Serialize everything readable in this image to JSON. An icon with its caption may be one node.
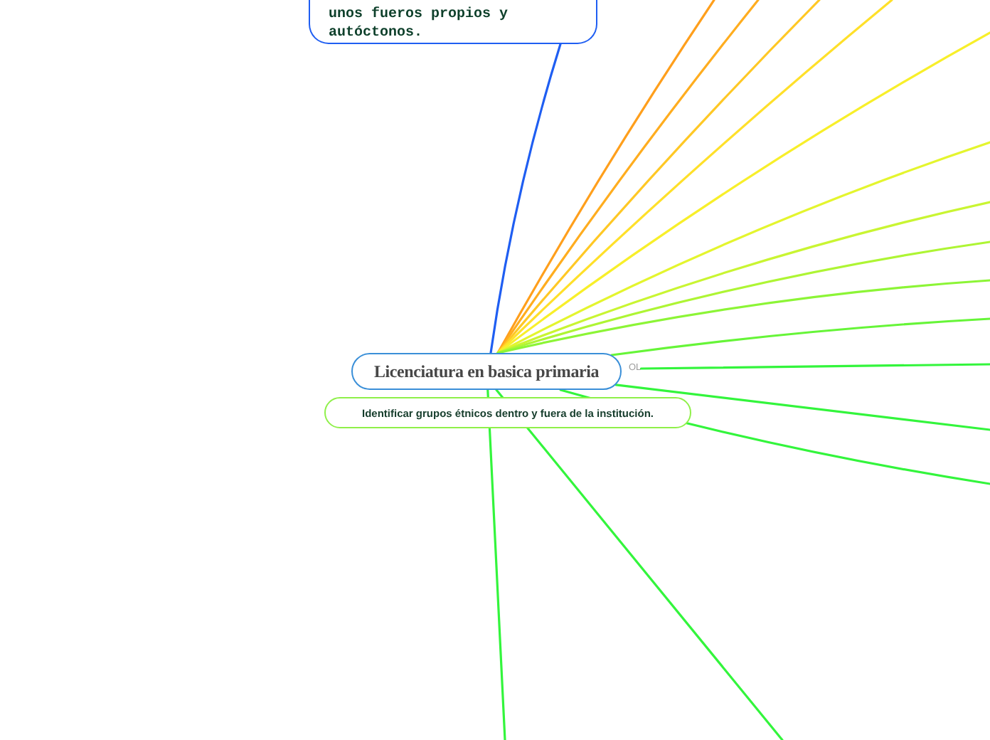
{
  "diagram": {
    "nodes": [
      {
        "text": [
          "unos fueros propios y autóctonos."
        ]
      },
      {
        "text": [
          "Licenciatura en basica primaria"
        ]
      },
      {
        "text": [
          "Identificar grupos étnicos dentro y fuera de la institución."
        ]
      },
      {
        "text": [
          "OL"
        ]
      }
    ],
    "edges": [
      {
        "from": 1,
        "to": 0,
        "arrow": "none",
        "color": "#1f5ef2"
      },
      {
        "from": 1,
        "to": null,
        "arrow": "none",
        "color": "#ff9f1c"
      },
      {
        "from": 1,
        "to": null,
        "arrow": "none",
        "color": "#ffad1f"
      },
      {
        "from": 1,
        "to": null,
        "arrow": "none",
        "color": "#ffc825"
      },
      {
        "from": 1,
        "to": null,
        "arrow": "none",
        "color": "#ffe02a"
      },
      {
        "from": 1,
        "to": null,
        "arrow": "none",
        "color": "#f8ef2a"
      },
      {
        "from": 1,
        "to": null,
        "arrow": "none",
        "color": "#e4f52e"
      },
      {
        "from": 1,
        "to": null,
        "arrow": "none",
        "color": "#c9f532"
      },
      {
        "from": 1,
        "to": null,
        "arrow": "none",
        "color": "#aef534"
      },
      {
        "from": 1,
        "to": null,
        "arrow": "none",
        "color": "#8cf536"
      },
      {
        "from": 1,
        "to": null,
        "arrow": "none",
        "color": "#66f538"
      },
      {
        "from": 3,
        "to": null,
        "arrow": "none"
      },
      {
        "from": 1,
        "to": null,
        "arrow": "none"
      },
      {
        "from": 1,
        "to": null,
        "arrow": "none"
      },
      {
        "from": 1,
        "to": null,
        "arrow": "none"
      },
      {
        "from": 1,
        "to": null,
        "arrow": "none"
      }
    ]
  }
}
